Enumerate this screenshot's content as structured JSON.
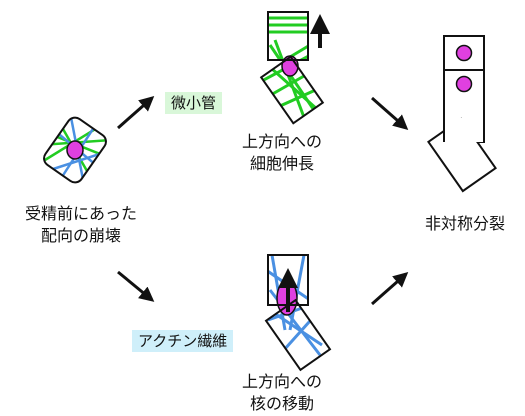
{
  "labels": {
    "initial_line1": "受精前にあった",
    "initial_line2": "配向の崩壊",
    "microtubule": "微小管",
    "top_line1": "上方向への",
    "top_line2": "細胞伸長",
    "actin": "アクチン繊維",
    "bottom_line1": "上方向への",
    "bottom_line2": "核の移動",
    "result": "非対称分裂"
  },
  "colors": {
    "microtubule_green": "#22cc22",
    "microtubule_tag_bg": "#d9f7d9",
    "actin_blue": "#4a90e2",
    "actin_tag_bg": "#cfeffa",
    "nucleus_magenta": "#e040e0",
    "arrow_black": "#111111"
  },
  "icons": {
    "arrow_elongation": "up-arrow-icon",
    "arrow_nucleus": "up-arrow-icon"
  }
}
